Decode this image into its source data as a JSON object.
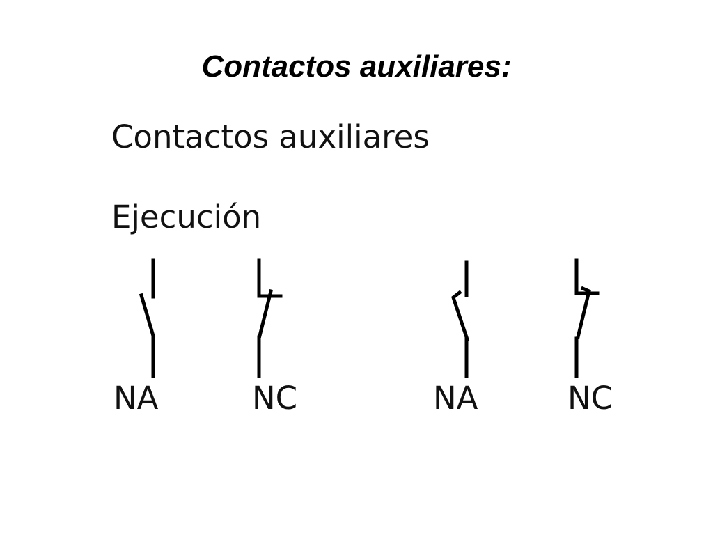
{
  "slide": {
    "title": "Contactos auxiliares:"
  },
  "figure": {
    "heading": "Contactos auxiliares",
    "subheading": "Ejecución",
    "contacts": [
      {
        "label": "NA"
      },
      {
        "label": "NC"
      },
      {
        "label": "NA"
      },
      {
        "label": "NC"
      }
    ]
  }
}
